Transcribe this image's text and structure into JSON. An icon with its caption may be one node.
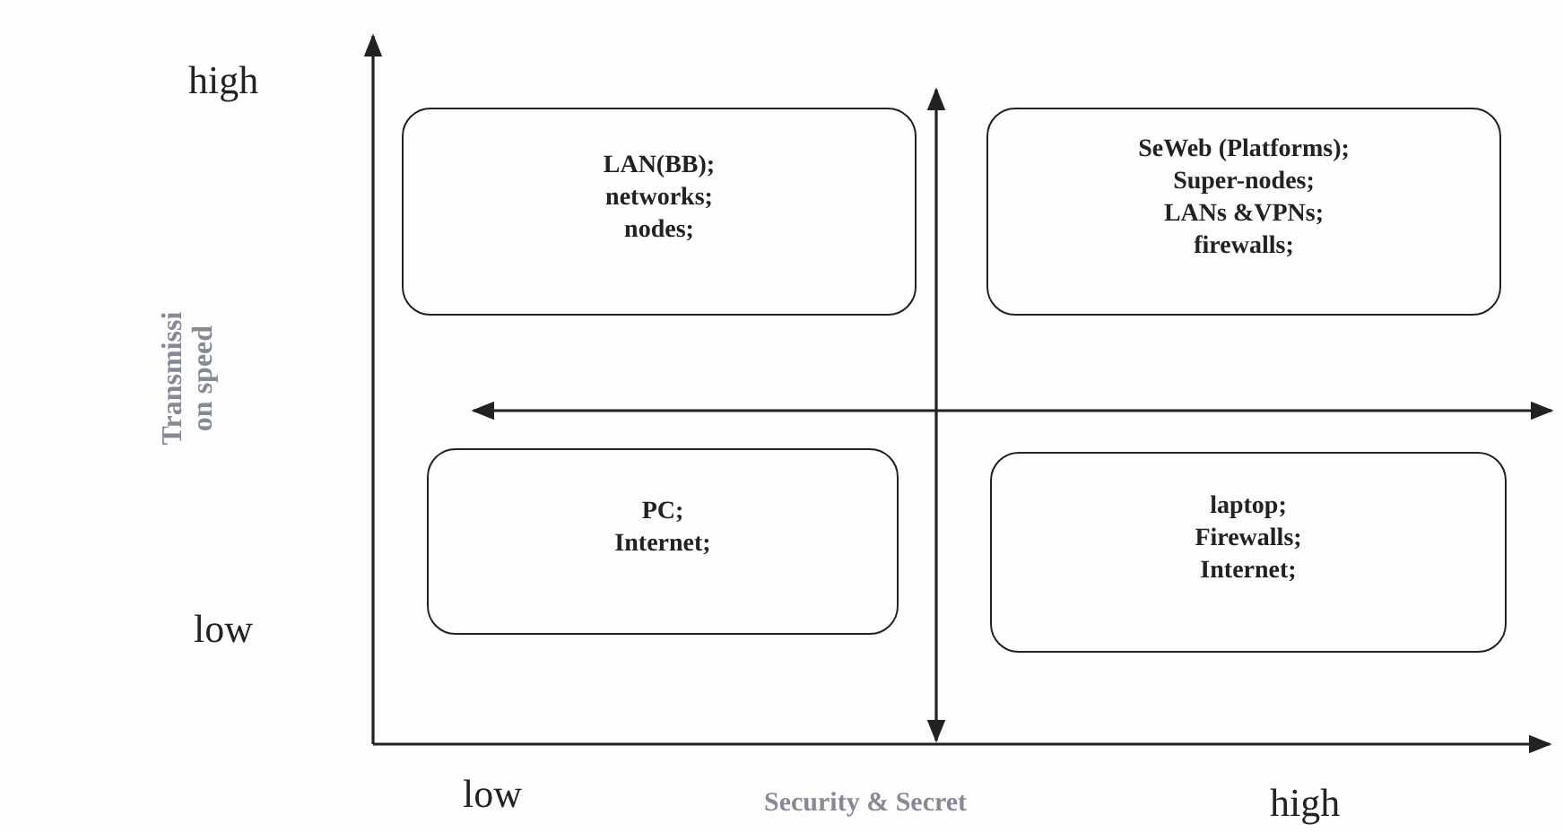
{
  "diagram": {
    "nodes": [
      {
        "text": [
          "LAN(BB);",
          "networks;",
          "nodes;"
        ]
      },
      {
        "text": [
          "SeWeb (Platforms);",
          "Super-nodes;",
          "LANs &VPNs;",
          "firewalls;"
        ]
      },
      {
        "text": [
          "PC;",
          "Internet;"
        ]
      },
      {
        "text": [
          "laptop;",
          "Firewalls;",
          "Internet;"
        ]
      }
    ],
    "labels": [
      "high",
      "Transmissi on speed",
      "low",
      "low",
      "Security & Secret",
      "high"
    ]
  }
}
